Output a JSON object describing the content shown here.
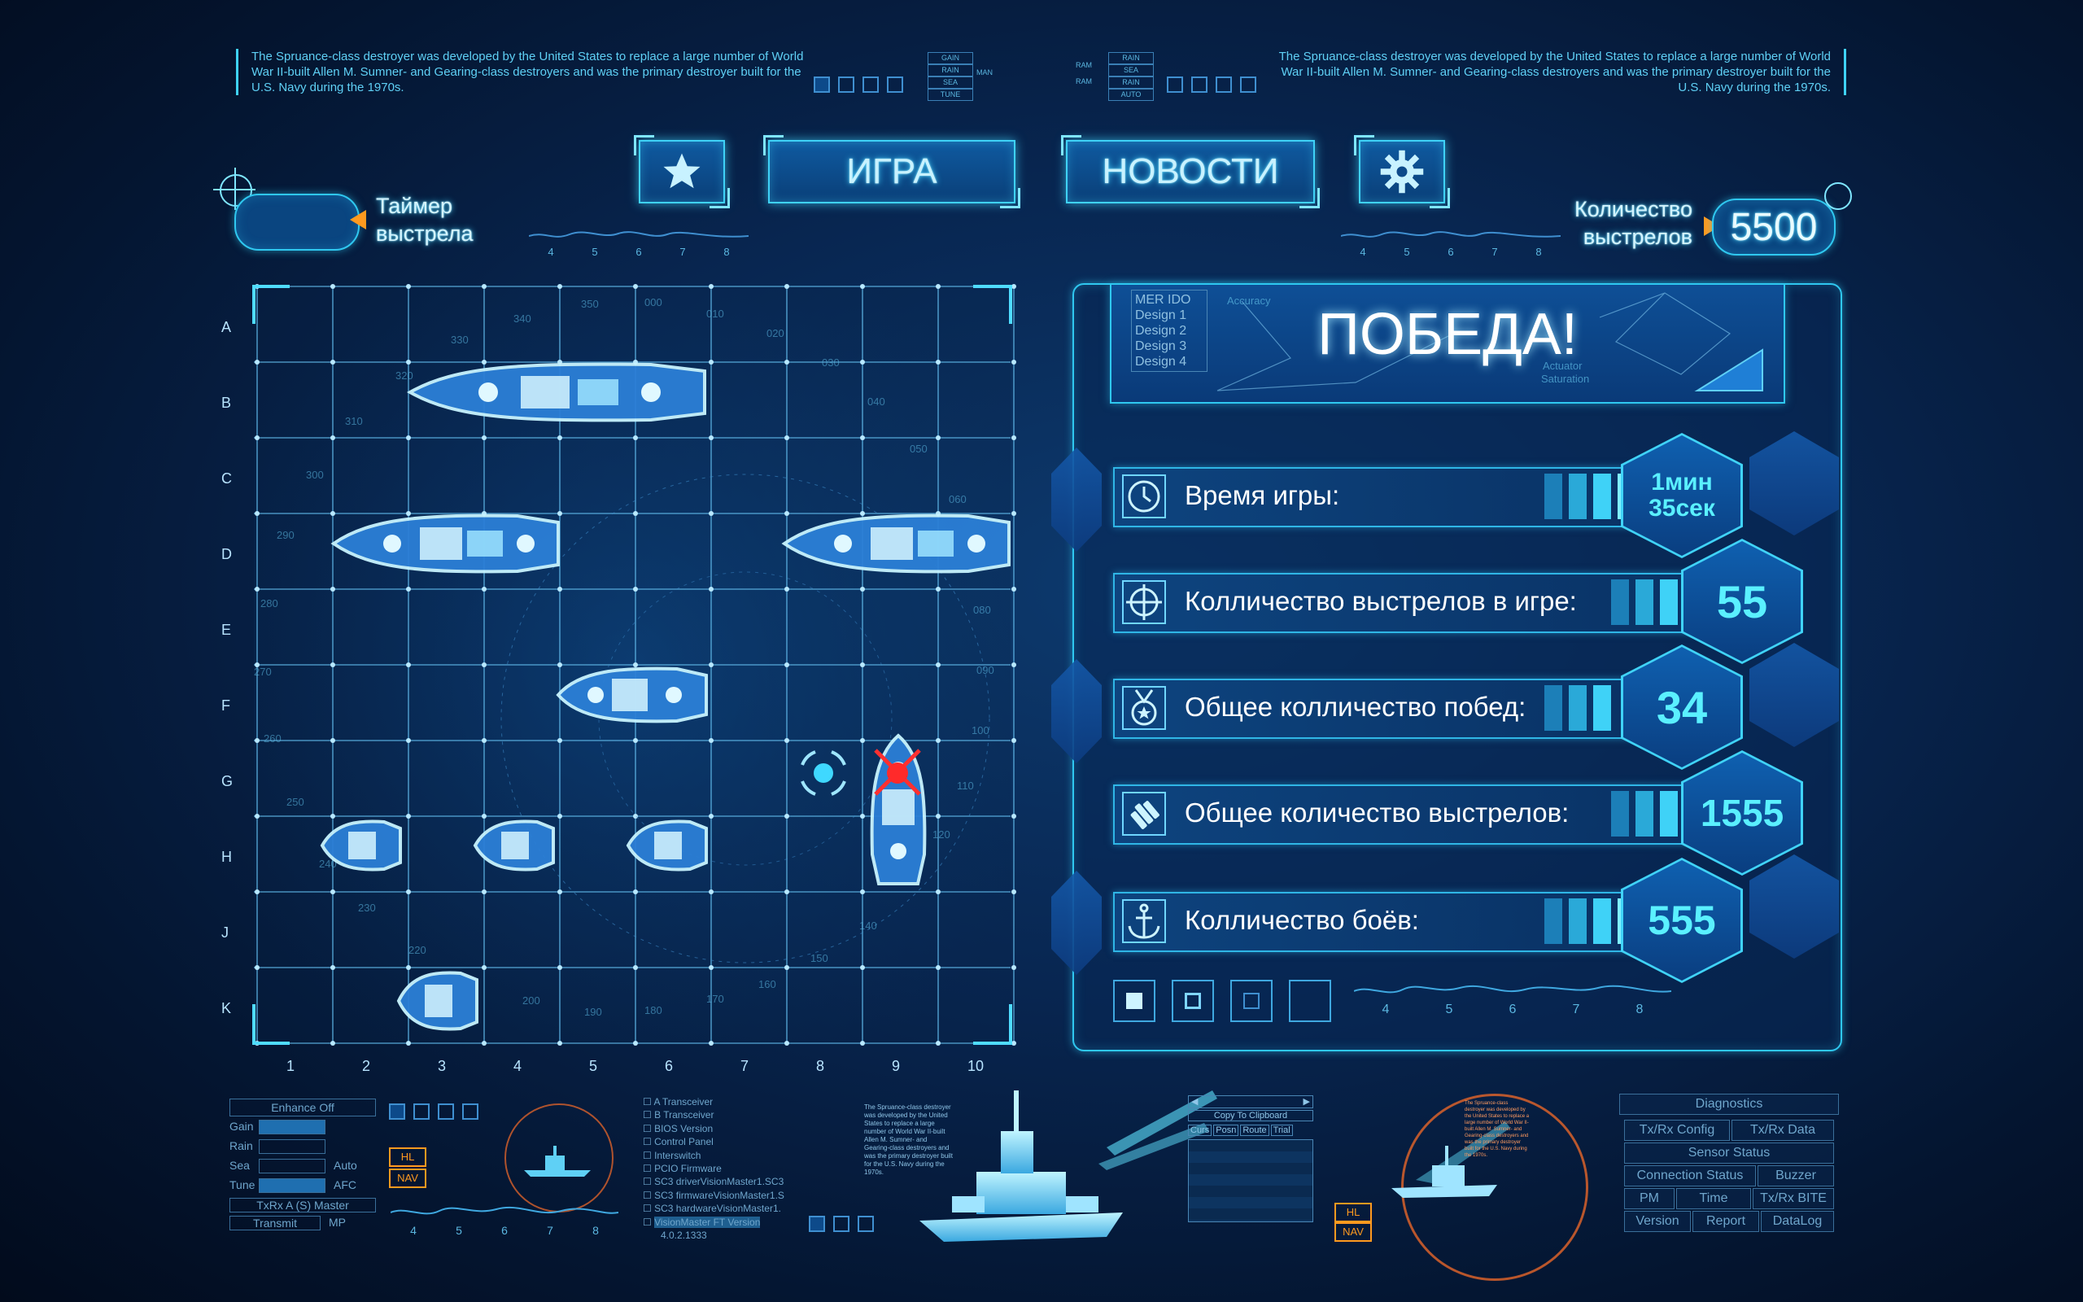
{
  "top_info": {
    "left_text": "The Spruance-class destroyer was developed by the United States to replace a large number of World War II-built Allen M. Sumner- and Gearing-class destroyers and was the primary destroyer built for the U.S. Navy during the 1970s.",
    "right_text": "The Spruance-class destroyer was developed by the United States to replace a large number of World War II-built Allen M. Sumner- and Gearing-class destroyers and was the primary destroyer built for the U.S. Navy during the 1970s.",
    "mini_left": [
      "GAIN",
      "RAIN",
      "SEA",
      "TUNE",
      "MAN"
    ],
    "mini_right": [
      "RAIN",
      "SEA",
      "RAIN",
      "AUTO",
      "RAM"
    ]
  },
  "nav": {
    "game_label": "ИГРА",
    "news_label": "НОВОСТИ",
    "favorites_icon": "star-icon",
    "settings_icon": "gear-icon"
  },
  "timer": {
    "label_line1": "Таймер",
    "label_line2": "выстрела",
    "value": ""
  },
  "shots": {
    "label_line1": "Количество",
    "label_line2": "выстрелов",
    "value": "5500"
  },
  "scale_ticks": [
    "4",
    "5",
    "6",
    "7",
    "8"
  ],
  "board": {
    "rows": [
      "A",
      "B",
      "C",
      "D",
      "E",
      "F",
      "G",
      "H",
      "J",
      "K"
    ],
    "cols": [
      "1",
      "2",
      "3",
      "4",
      "5",
      "6",
      "7",
      "8",
      "9",
      "10"
    ],
    "bearings": [
      "340",
      "350",
      "000",
      "010",
      "020",
      "330",
      "320",
      "310",
      "300",
      "290",
      "280",
      "270",
      "260",
      "250",
      "240",
      "230",
      "220",
      "200",
      "190",
      "180",
      "170",
      "160",
      "150",
      "140",
      "120",
      "110",
      "100",
      "090",
      "080",
      "060",
      "050",
      "040",
      "030"
    ],
    "hit_marker": "hit-icon",
    "miss_marker": "target-reticle-icon"
  },
  "result": {
    "title": "ПОБЕДА!",
    "design_list": [
      "MER IDO",
      "Design 1",
      "Design 2",
      "Design 3",
      "Design 4"
    ],
    "accuracy_label": "Accuracy",
    "actuator_label": "Actuator",
    "saturation_label": "Saturation"
  },
  "stats": [
    {
      "label": "Время игры:",
      "value_line1": "1мин",
      "value_line2": "35сек",
      "icon": "clock-icon"
    },
    {
      "label": "Колличество выстрелов в игре:",
      "value": "55",
      "icon": "crosshair-icon"
    },
    {
      "label": "Общее колличество побед:",
      "value": "34",
      "icon": "medal-icon"
    },
    {
      "label": "Общее количество выстрелов:",
      "value": "1555",
      "icon": "bullets-icon"
    },
    {
      "label": "Колличество боёв:",
      "value": "555",
      "icon": "anchor-icon"
    }
  ],
  "bottom": {
    "enhance_off": "Enhance Off",
    "gain": "Gain",
    "rain": "Rain",
    "sea": "Sea",
    "tune": "Tune",
    "auto": "Auto",
    "afc": "AFC",
    "txrx_master": "TxRx A (S) Master",
    "transmit": "Transmit",
    "mp": "MP",
    "hl": "HL",
    "nav": "NAV",
    "checklist": [
      "A Transceiver",
      "B Transceiver",
      "BIOS Version",
      "Control Panel",
      "Interswitch",
      "PCIO Firmware",
      "SC3 driverVisionMaster1.SC3",
      "SC3 firmwareVisionMaster1.S",
      "SC3 hardwareVisionMaster1.",
      "VisionMaster FT Version"
    ],
    "version_num": "4.0.2.1333",
    "copy_clip": "Copy To Clipboard",
    "curs": "Curs",
    "posn": "Posn",
    "route": "Route",
    "trial": "Trial",
    "diagnostics": "Diagnostics",
    "txrx_config": "Tx/Rx Config",
    "txrx_data": "Tx/Rx Data",
    "sensor_status": "Sensor Status",
    "connection_status": "Connection Status",
    "buzzer": "Buzzer",
    "pm": "PM",
    "time": "Time",
    "txrx_bite": "Tx/Rx BITE",
    "version": "Version",
    "report": "Report",
    "datalog": "DataLog"
  },
  "colors": {
    "accent": "#3fd2f7",
    "bg": "#082651",
    "hit": "#ff3030",
    "value": "#5af0ff"
  }
}
